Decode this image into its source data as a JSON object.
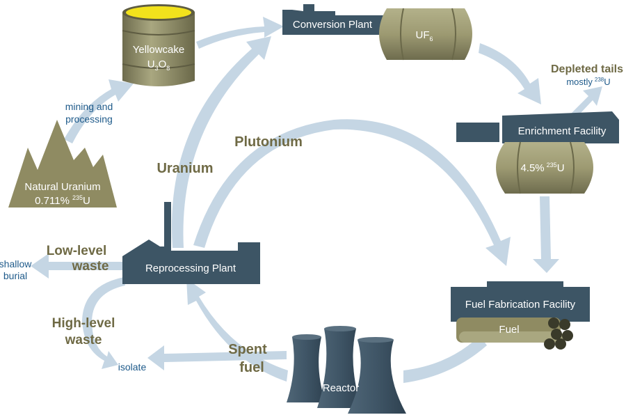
{
  "facilities": {
    "yellowcake": {
      "label": "Yellowcake",
      "formula": "U",
      "sub1": "3",
      "mid": "O",
      "sub2": "8"
    },
    "conversion": {
      "label": "Conversion Plant",
      "product": "UF",
      "product_sub": "6"
    },
    "enrichment": {
      "label": "Enrichment Facility",
      "percent": "4.5%",
      "sup": "235",
      "elem": "U"
    },
    "fabrication": {
      "label": "Fuel Fabrication Facility",
      "fuel": "Fuel"
    },
    "reactor": {
      "label": "Reactor"
    },
    "reprocessing": {
      "label": "Reprocessing Plant"
    },
    "natural": {
      "label": "Natural Uranium",
      "percent": "0.711%",
      "sup": "235",
      "elem": "U"
    }
  },
  "flows": {
    "mining_line1": "mining and",
    "mining_line2": "processing",
    "depleted": "Depleted tails",
    "mostly": "mostly",
    "mostly_sup": "238",
    "mostly_elem": "U",
    "uranium": "Uranium",
    "plutonium": "Plutonium",
    "low_line1": "Low-level",
    "low_line2": "waste",
    "shallow_line1": "shallow",
    "shallow_line2": "burial",
    "high_line1": "High-level",
    "high_line2": "waste",
    "isolate": "isolate",
    "spent_line1": "Spent",
    "spent_line2": "fuel"
  },
  "colors": {
    "arrow": "#c5d6e4",
    "building": "#3d5565",
    "tank": "#9a9872",
    "mountain": "#8f8b62",
    "yellow": "#f2e21c",
    "olive_text": "#6f6a45",
    "blue_text": "#1e5a8a"
  }
}
